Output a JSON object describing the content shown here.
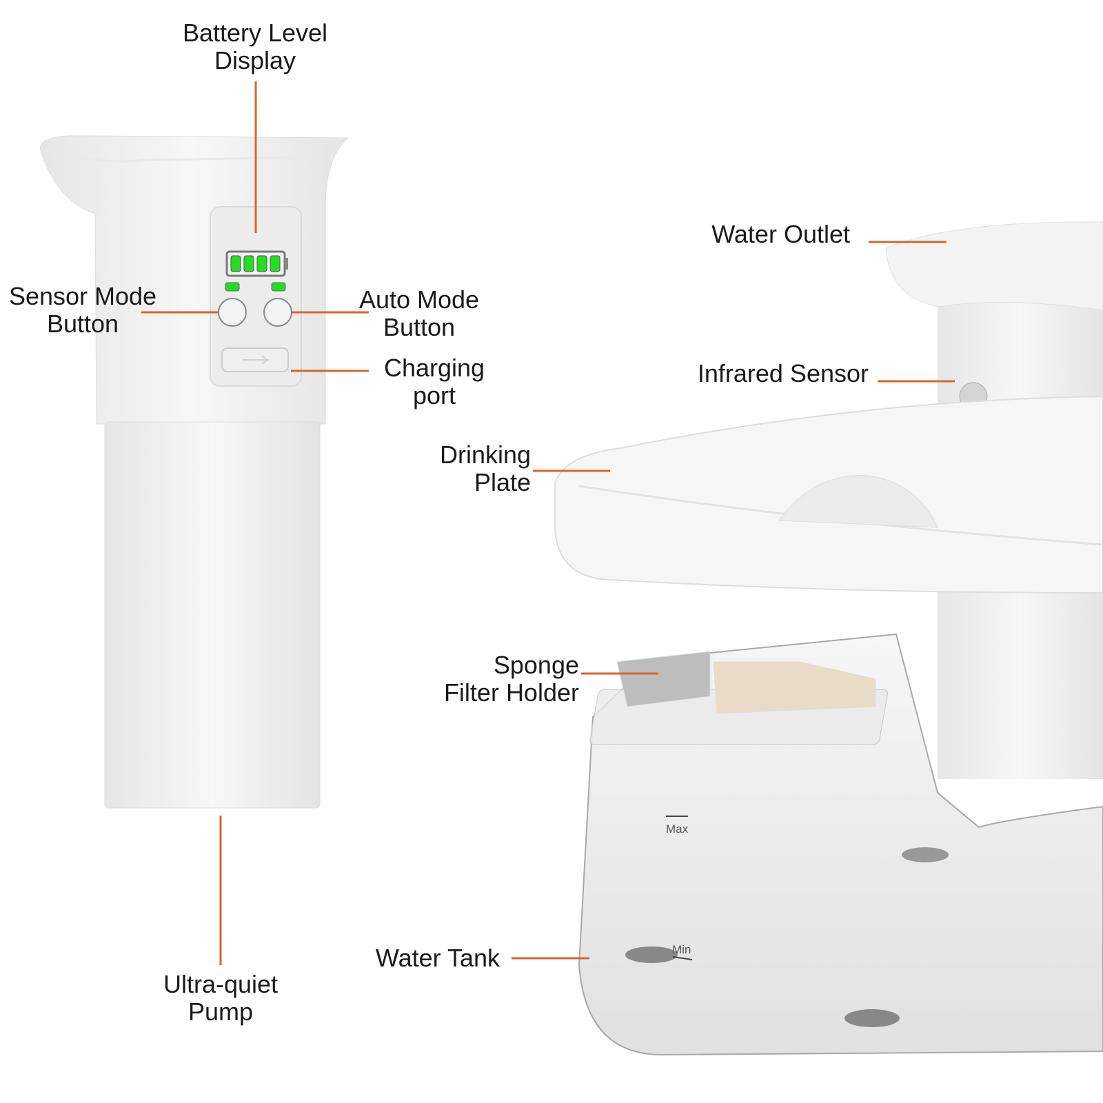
{
  "colors": {
    "leader": "#d9642a",
    "led": "#22dd22",
    "body": "#f2f2f2"
  },
  "labels": {
    "battery": [
      "Battery Level",
      "Display"
    ],
    "sensor_mode": [
      "Sensor Mode",
      "Button"
    ],
    "auto_mode": [
      "Auto Mode",
      "Button"
    ],
    "charging": [
      "Charging",
      "port"
    ],
    "pump": [
      "Ultra-quiet",
      "Pump"
    ],
    "water_outlet": [
      "Water Outlet"
    ],
    "infrared": [
      "Infrared Sensor"
    ],
    "drinking_plate": [
      "Drinking",
      "Plate"
    ],
    "sponge": [
      "Sponge",
      "Filter Holder"
    ],
    "water_tank": [
      "Water Tank"
    ]
  },
  "tank_marks": {
    "max": "Max",
    "min": "Min"
  },
  "battery_level": {
    "bars_lit": 4,
    "bars_total": 4
  }
}
